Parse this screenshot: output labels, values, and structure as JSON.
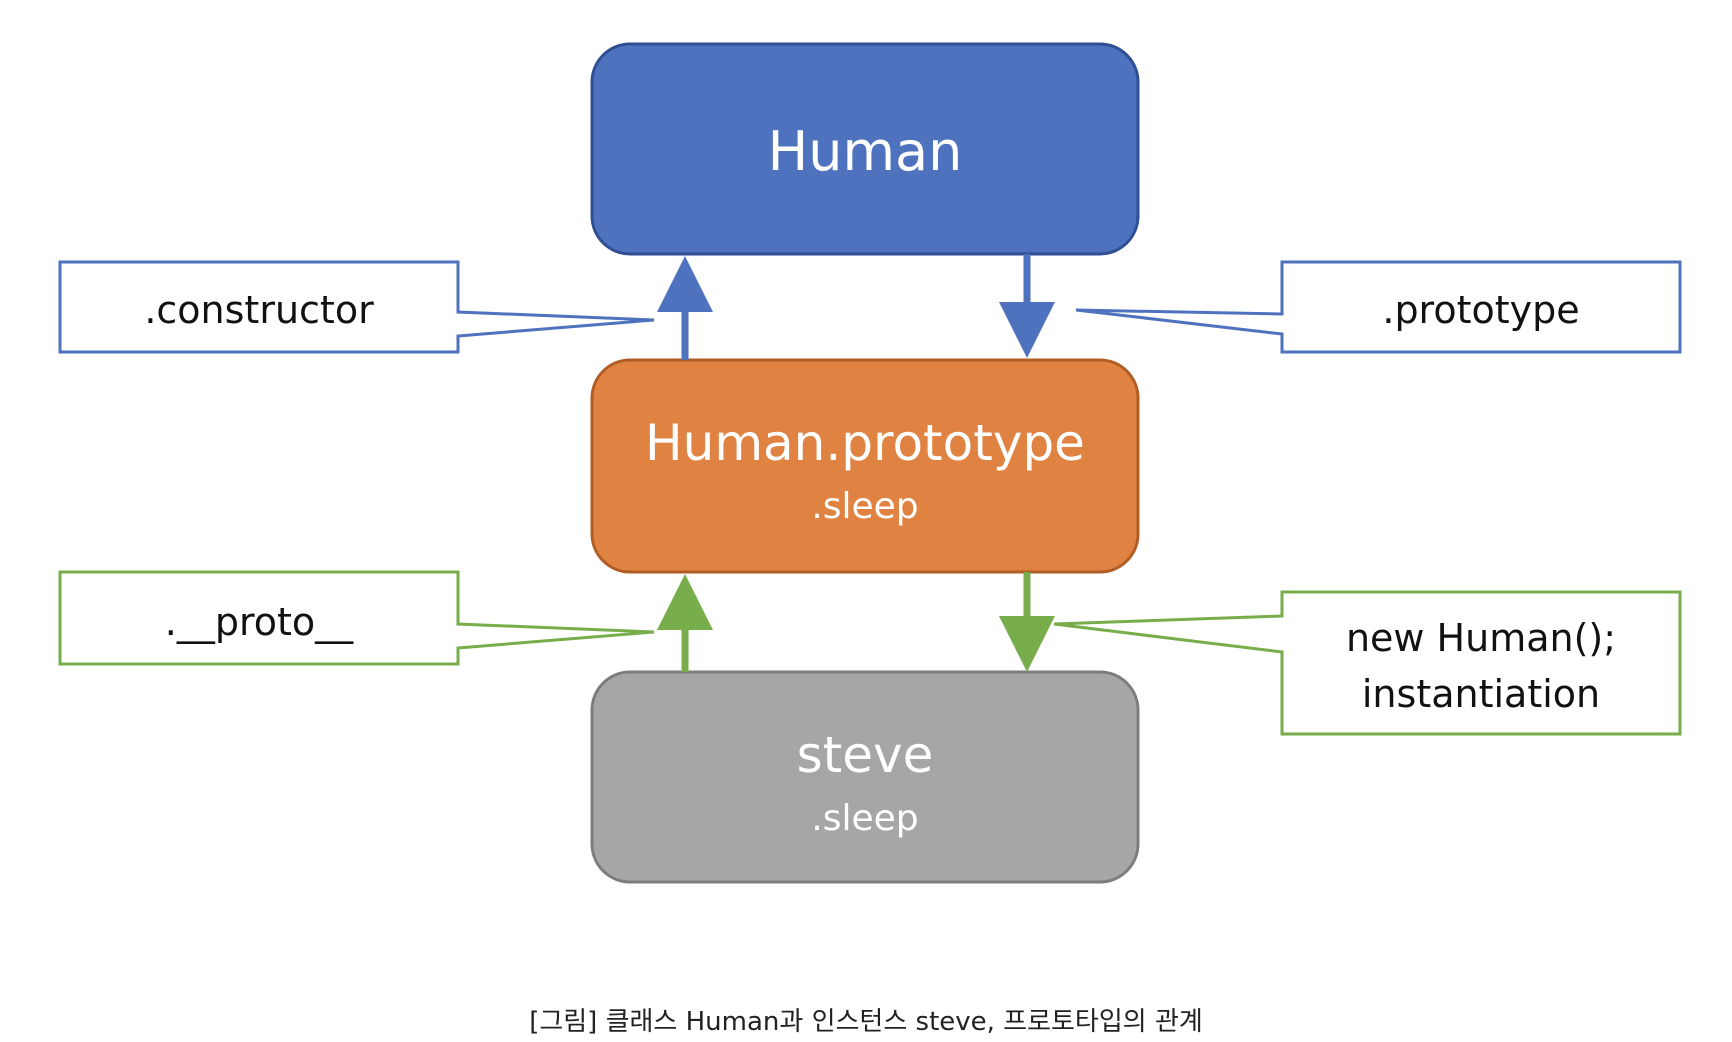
{
  "colors": {
    "class_fill": "#4f72bf",
    "class_stroke": "#2f4e93",
    "prototype_fill": "#e08241",
    "prototype_stroke": "#b05e25",
    "instance_fill": "#a6a6a6",
    "instance_stroke": "#7d7d7d",
    "blue_connector": "#4f72bf",
    "green_connector": "#77ad4a"
  },
  "nodes": {
    "human": {
      "title": "Human"
    },
    "human_prototype": {
      "title": "Human.prototype",
      "member": ".sleep"
    },
    "steve": {
      "title": "steve",
      "member": ".sleep"
    }
  },
  "callouts": {
    "constructor": {
      "label": ".constructor"
    },
    "prototype": {
      "label": ".prototype"
    },
    "proto": {
      "label": ".__proto__"
    },
    "new_human": {
      "line1": "new Human();",
      "line2": "instantiation"
    }
  },
  "caption": "[그림] 클래스 Human과 인스턴스 steve, 프로토타입의 관계"
}
